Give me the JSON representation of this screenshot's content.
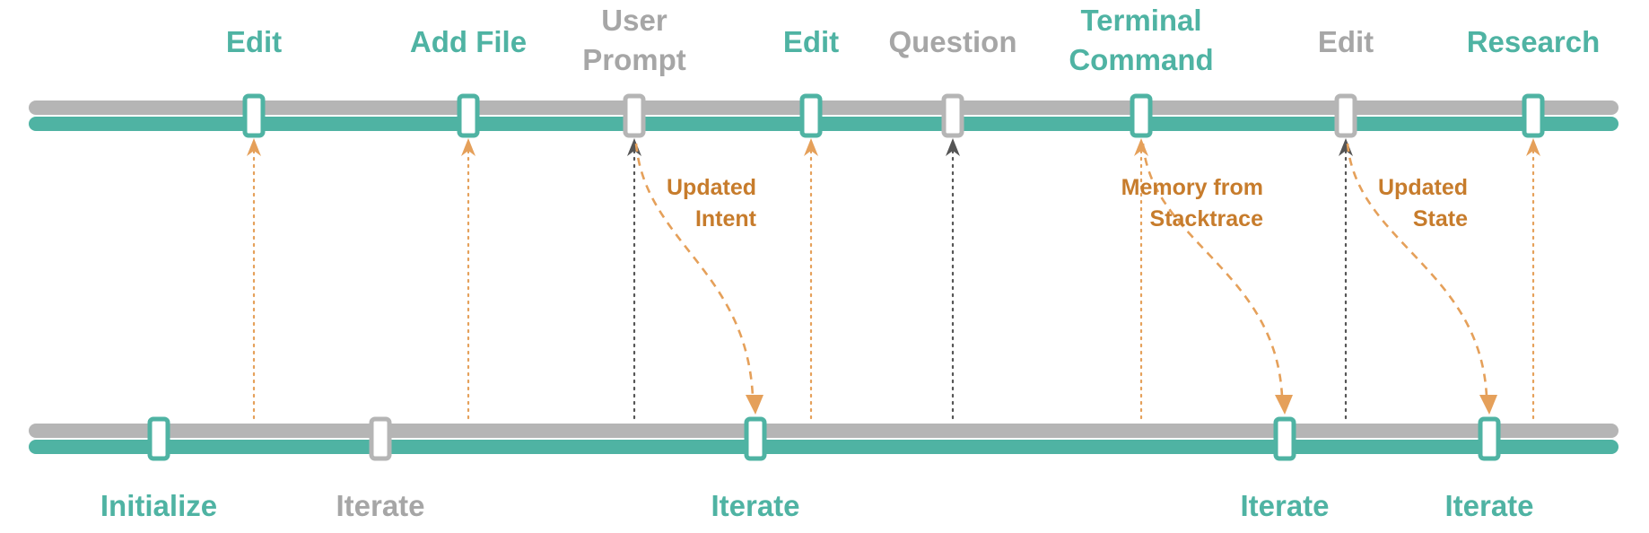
{
  "colors": {
    "teal": "#4fb3a3",
    "gray": "#b5b5b5",
    "gray_text": "#a6a6a6",
    "orange": "#e5a05a",
    "orange_text": "#c77c2c",
    "dark": "#555555"
  },
  "top_track": {
    "events": [
      {
        "id": "t1",
        "label": [
          "Edit"
        ],
        "kind": "teal"
      },
      {
        "id": "t2",
        "label": [
          "Add File"
        ],
        "kind": "teal"
      },
      {
        "id": "t3",
        "label": [
          "User",
          "Prompt"
        ],
        "kind": "gray"
      },
      {
        "id": "t4",
        "label": [
          "Edit"
        ],
        "kind": "teal"
      },
      {
        "id": "t5",
        "label": [
          "Question"
        ],
        "kind": "gray"
      },
      {
        "id": "t6",
        "label": [
          "Terminal",
          "Command"
        ],
        "kind": "teal"
      },
      {
        "id": "t7",
        "label": [
          "Edit"
        ],
        "kind": "gray"
      },
      {
        "id": "t8",
        "label": [
          "Research"
        ],
        "kind": "teal"
      }
    ]
  },
  "bottom_track": {
    "events": [
      {
        "id": "b1",
        "label": [
          "Initialize"
        ],
        "kind": "teal"
      },
      {
        "id": "b2",
        "label": [
          "Iterate"
        ],
        "kind": "gray"
      },
      {
        "id": "b3",
        "label": [
          "Iterate"
        ],
        "kind": "teal"
      },
      {
        "id": "b4",
        "label": [
          "Iterate"
        ],
        "kind": "teal"
      },
      {
        "id": "b5",
        "label": [
          "Iterate"
        ],
        "kind": "teal"
      }
    ]
  },
  "links": [
    {
      "from": "b1",
      "to": "t1",
      "style": "dotted",
      "color": "orange"
    },
    {
      "from": "b2",
      "to": "t2",
      "style": "dotted",
      "color": "orange"
    },
    {
      "from": "b2",
      "to": "t3",
      "style": "dotted",
      "color": "dark"
    },
    {
      "from": "b3",
      "to": "t4",
      "style": "dotted",
      "color": "orange"
    },
    {
      "from": "b3",
      "to": "t5",
      "style": "dotted",
      "color": "dark"
    },
    {
      "from": "b3",
      "to": "t6",
      "style": "dotted",
      "color": "orange"
    },
    {
      "from": "b4",
      "to": "t7",
      "style": "dotted",
      "color": "dark"
    },
    {
      "from": "b5",
      "to": "t8",
      "style": "dotted",
      "color": "orange"
    }
  ],
  "feedback": [
    {
      "from": "t3",
      "to": "b3",
      "label": [
        "Updated",
        "Intent"
      ]
    },
    {
      "from": "t6",
      "to": "b4",
      "label": [
        "Memory from",
        "Stacktrace"
      ]
    },
    {
      "from": "t7",
      "to": "b5",
      "label": [
        "Updated",
        "State"
      ]
    }
  ]
}
